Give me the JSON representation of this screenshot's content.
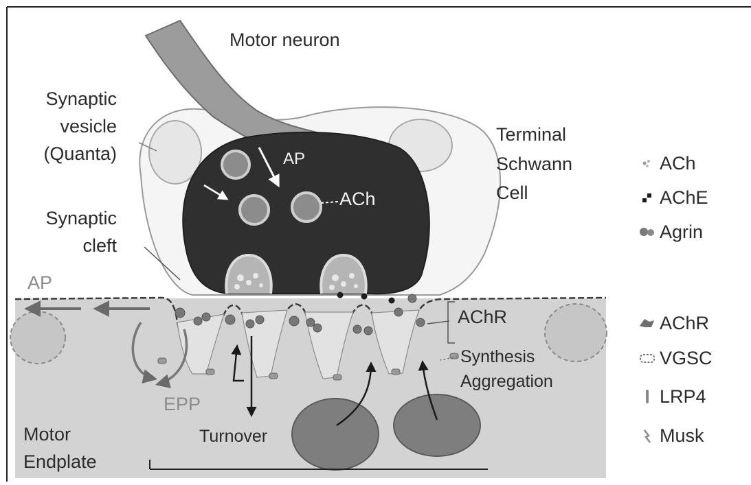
{
  "labels": {
    "motor_neuron": "Motor neuron",
    "synaptic_vesicle": [
      "Synaptic",
      "vesicle",
      "(Quanta)"
    ],
    "terminal_schwann": [
      "Terminal",
      "Schwann",
      "Cell"
    ],
    "synaptic_cleft": [
      "Synaptic",
      "cleft"
    ],
    "ap_axon": "AP",
    "ach_inside": "ACh",
    "ap_muscle": "AP",
    "achr_callout": "AChR",
    "synthesis": "Synthesis",
    "aggregation": "Aggregation",
    "epp": "EPP",
    "turnover": "Turnover",
    "motor_endplate": [
      "Motor",
      "Endplate"
    ]
  },
  "legend_top": [
    {
      "icon": "ach-icon",
      "label": "ACh"
    },
    {
      "icon": "ache-icon",
      "label": "AChE"
    },
    {
      "icon": "agrin-icon",
      "label": "Agrin"
    }
  ],
  "legend_bottom": [
    {
      "icon": "achr-icon",
      "label": "AChR"
    },
    {
      "icon": "vgsc-icon",
      "label": "VGSC"
    },
    {
      "icon": "lrp4-icon",
      "label": "LRP4"
    },
    {
      "icon": "musk-icon",
      "label": "Musk"
    }
  ],
  "colors": {
    "terminal_dark": "#2f2f2f",
    "axon": "#9e9e9e",
    "schwann": "#f4f4f4",
    "muscle": "#d2d2d2",
    "nucleus": "#7d7d7d"
  }
}
